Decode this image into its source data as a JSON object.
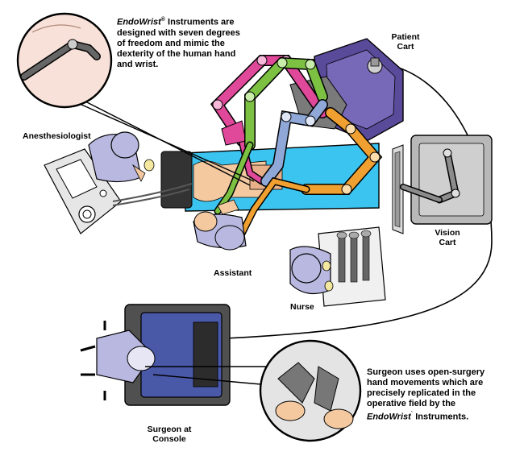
{
  "callout_top": {
    "brand": "EndoWrist",
    "mark": "®",
    "line1_rest": " Instruments are",
    "line2": "designed with seven degrees",
    "line3": "of freedom and mimic the",
    "line4": "dexterity of the human hand",
    "line5": "and wrist."
  },
  "callout_bottom": {
    "line1": "Surgeon uses open-surgery",
    "line2": "hand movements which are",
    "line3": "precisely replicated in the",
    "line4": "operative field by the",
    "brand": "EndoWrist",
    "mark": "`",
    "line5_rest": " Instruments."
  },
  "labels": {
    "patient_cart_1": "Patient",
    "patient_cart_2": "Cart",
    "anesthesiologist": "Anesthesiologist",
    "vision_cart_1": "Vision",
    "vision_cart_2": "Cart",
    "assistant": "Assistant",
    "nurse": "Nurse",
    "surgeon_1": "Surgeon at",
    "surgeon_2": "Console"
  },
  "colors": {
    "arm_pink": "#e0489a",
    "arm_green": "#7cc142",
    "arm_blue": "#8fa8d8",
    "arm_orange": "#f0a030",
    "table_blue": "#3cc4f0",
    "person_lavender": "#b8b8e0",
    "cart_purple": "#5a4a9a",
    "console_blue": "#4a58a8",
    "vision_gray": "#b8b8b8"
  }
}
